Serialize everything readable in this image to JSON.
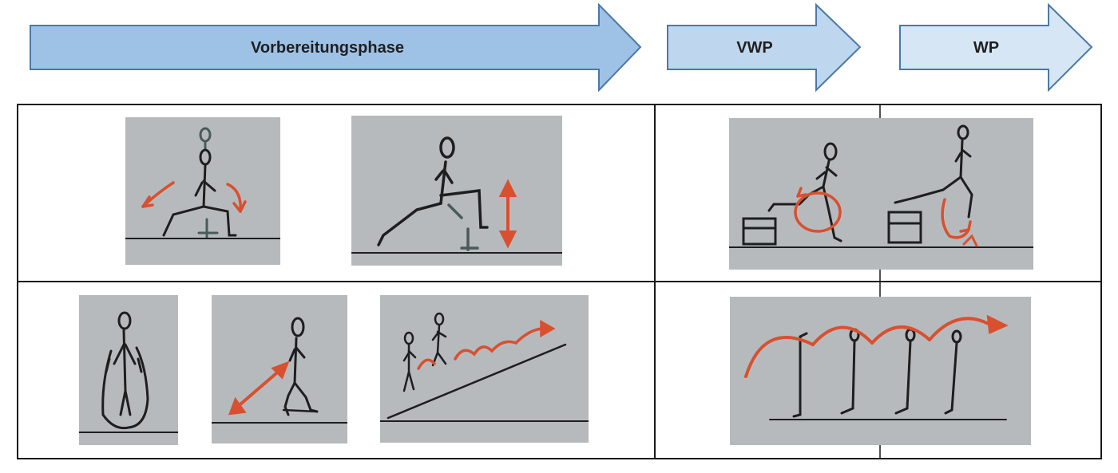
{
  "phases": [
    {
      "label": "Vorbereitungsphase",
      "fill": "#9ec2e6"
    },
    {
      "label": "VWP",
      "fill": "#bfd7ee"
    },
    {
      "label": "WP",
      "fill": "#d6e6f5"
    }
  ],
  "colors": {
    "arrow_stroke": "#4a78a8",
    "table_border": "#1a1a1a",
    "sketch_bg": "#b7babd",
    "ink": "#1e1e1e",
    "red": "#d8502f",
    "shadow": "#4a5a5a"
  },
  "sketches": [
    {
      "name": "sketch-lunge-arm-swing",
      "cell": "prep-row-1"
    },
    {
      "name": "sketch-lunge-vertical",
      "cell": "prep-row-1"
    },
    {
      "name": "sketch-step-up-box",
      "cell": "vwp-row-1"
    },
    {
      "name": "sketch-standing-figure",
      "cell": "prep-row-2"
    },
    {
      "name": "sketch-lunge-diagonal",
      "cell": "prep-row-2"
    },
    {
      "name": "sketch-uphill-bounds",
      "cell": "prep-row-2"
    },
    {
      "name": "sketch-repeated-jumps",
      "cell": "vwp-row-2"
    }
  ]
}
